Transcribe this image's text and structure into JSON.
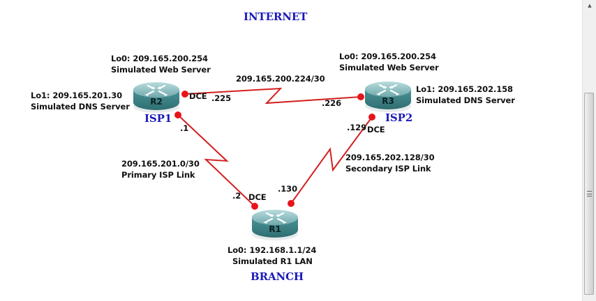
{
  "areas": {
    "internet": "INTERNET",
    "branch": "BRANCH",
    "isp1": "ISP1",
    "isp2": "ISP2"
  },
  "routers": [
    {
      "name": "R2"
    },
    {
      "name": "R3"
    },
    {
      "name": "R1"
    }
  ],
  "r2_notes": {
    "lo0_ip": "Lo0: 209.165.200.254",
    "lo0_desc": "Simulated Web Server",
    "lo1_ip": "Lo1: 209.165.201.30",
    "lo1_desc": "Simulated DNS Server"
  },
  "r3_notes": {
    "lo0_ip": "Lo0: 209.165.200.254",
    "lo0_desc": "Simulated Web Server",
    "lo1_ip": "Lo1: 209.165.202.158",
    "lo1_desc": "Simulated DNS Server"
  },
  "r1_notes": {
    "lo0_ip": "Lo0: 192.168.1.1/24",
    "lo0_desc": "Simulated R1 LAN"
  },
  "links": {
    "isp_link": {
      "network": "209.165.200.224/30",
      "r2_host": ".225",
      "r3_host": ".226",
      "dce": "DCE"
    },
    "primary": {
      "network": "209.165.201.0/30",
      "desc": "Primary ISP Link",
      "r2_host": ".1",
      "r1_host": ".2",
      "dce": "DCE"
    },
    "secondary": {
      "network": "209.165.202.128/30",
      "desc": "Secondary ISP Link",
      "r3_host": ".129",
      "r1_host": ".130",
      "dce": "DCE"
    }
  },
  "colors": {
    "link": "#d42020",
    "endpoint": "#e8141b",
    "area_label": "#1a1ab8",
    "router_body": "#3f8a8e"
  },
  "scrollbar": {
    "up_icon": "▲",
    "grip_icon": "≡"
  }
}
